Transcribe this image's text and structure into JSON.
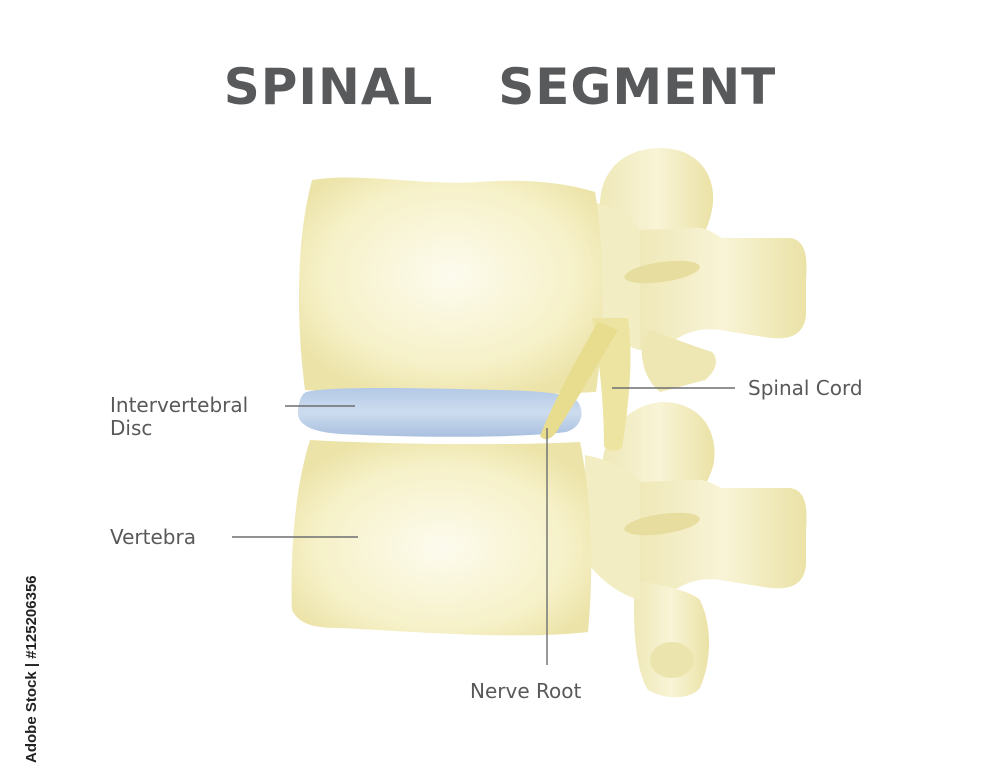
{
  "title": "SPINAL  SEGMENT",
  "labels": {
    "intervertebral_disc_line1": "Intervertebral",
    "intervertebral_disc_line2": "Disc",
    "vertebra": "Vertebra",
    "spinal_cord": "Spinal Cord",
    "nerve_root": "Nerve Root"
  },
  "watermark": "Adobe Stock | #125206356",
  "colors": {
    "text": "#58595b",
    "bone": "#f4efc0",
    "bone_light": "#fbf9e6",
    "bone_shadow": "#e6de9c",
    "disc": "#bfd2e9",
    "disc_edge": "#a7bfdd",
    "nerve": "#eadf93",
    "leader_line": "#6d6e70"
  }
}
